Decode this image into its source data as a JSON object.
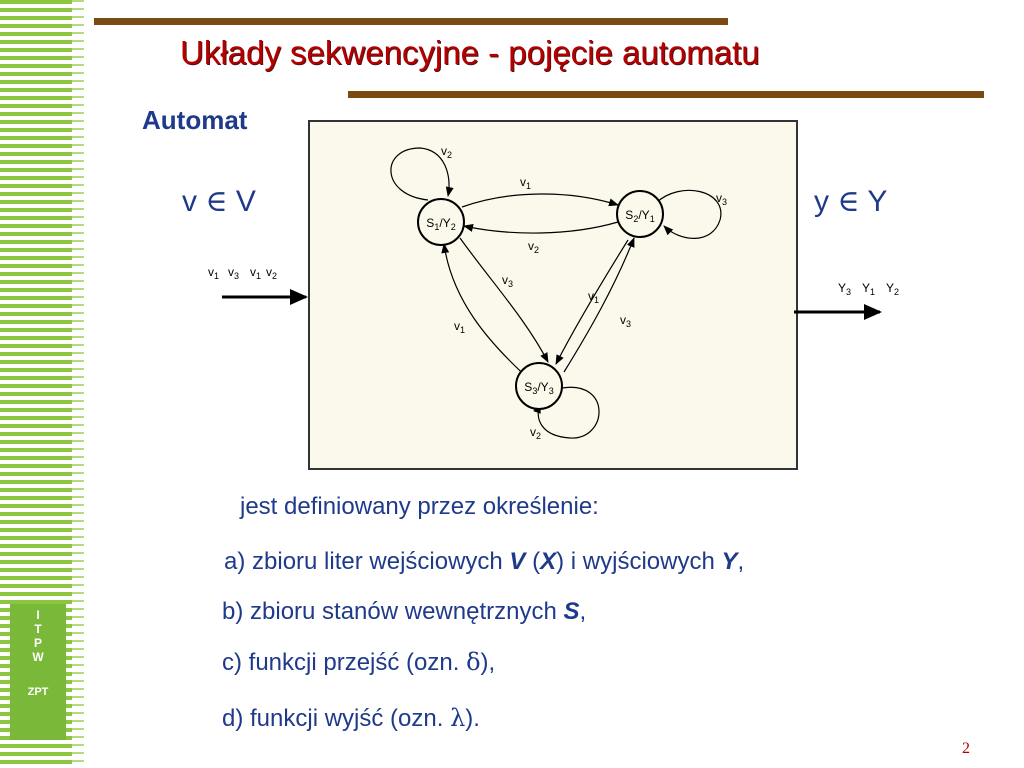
{
  "slide": {
    "title": "Układy sekwencyjne - pojęcie automatu",
    "page_number": "2",
    "logo": {
      "letters": [
        "I",
        "T",
        "P",
        "W"
      ],
      "subtitle": "ZPT"
    }
  },
  "diagram": {
    "heading": "Automat",
    "input_set": {
      "var": "v",
      "symbol": "∈",
      "set": "V"
    },
    "output_set": {
      "var": "y",
      "symbol": "∈",
      "set": "Y"
    },
    "input_sequence": [
      [
        "v",
        "1"
      ],
      [
        "v",
        "3"
      ],
      [
        "v",
        "1"
      ],
      [
        "v",
        "2"
      ]
    ],
    "output_sequence": [
      [
        "Y",
        "3"
      ],
      [
        "Y",
        "1"
      ],
      [
        "Y",
        "2"
      ]
    ],
    "states": [
      {
        "id": "S1",
        "state": "S",
        "state_sub": "1",
        "output": "Y",
        "output_sub": "2"
      },
      {
        "id": "S2",
        "state": "S",
        "state_sub": "2",
        "output": "Y",
        "output_sub": "1"
      },
      {
        "id": "S3",
        "state": "S",
        "state_sub": "3",
        "output": "Y",
        "output_sub": "3"
      }
    ],
    "transitions": [
      {
        "from": "S1",
        "to": "S1",
        "letter": "v",
        "sub": "2"
      },
      {
        "from": "S1",
        "to": "S2",
        "letter": "v",
        "sub": "1"
      },
      {
        "from": "S2",
        "to": "S1",
        "letter": "v",
        "sub": "2"
      },
      {
        "from": "S2",
        "to": "S2",
        "letter": "v",
        "sub": "3"
      },
      {
        "from": "S1",
        "to": "S3",
        "letter": "v",
        "sub": "3"
      },
      {
        "from": "S3",
        "to": "S1",
        "letter": "v",
        "sub": "1"
      },
      {
        "from": "S2",
        "to": "S3",
        "letter": "v",
        "sub": "1"
      },
      {
        "from": "S3",
        "to": "S2",
        "letter": "v",
        "sub": "3"
      },
      {
        "from": "S3",
        "to": "S3",
        "letter": "v",
        "sub": "2"
      }
    ]
  },
  "text": {
    "intro": "jest definiowany przez określenie:",
    "a": {
      "prefix": "a)  zbioru liter wejściowych ",
      "V": "V",
      "open": " (",
      "X": "X",
      "close": ") ",
      "mid": " i wyjściowych ",
      "Y": "Y",
      "end": ","
    },
    "b": {
      "prefix": "b) zbioru stanów wewnętrznych ",
      "S": "S",
      "end": ","
    },
    "c": {
      "prefix": "c)  funkcji przejść (ozn. ",
      "sym": "δ",
      "end": "),"
    },
    "d": {
      "prefix": "d)  funkcji wyjść (ozn. ",
      "sym": "λ",
      "end": ")."
    }
  },
  "colors": {
    "title": "#b40000",
    "body_text": "#1f3a8a",
    "rule": "#7b4a12",
    "stripe": "#8cc63f",
    "logo_bg": "#7ab83a",
    "diagram_bg": "#fbf9ec"
  }
}
